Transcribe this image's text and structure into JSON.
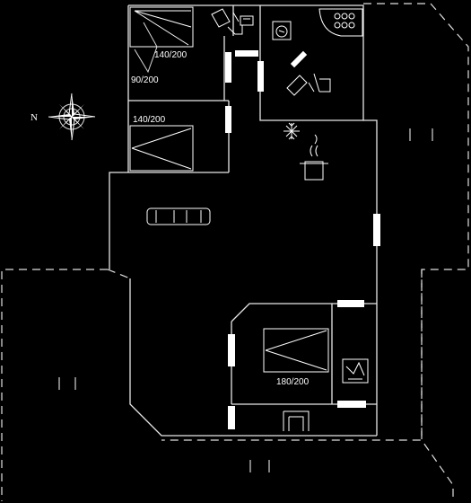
{
  "floorplan": {
    "compass_label": "N",
    "bed_labels": {
      "top_double": "140/200",
      "top_single": "90/200",
      "middle_double": "140/200",
      "bottom_double": "180/200"
    },
    "colors": {
      "background": "#000000",
      "lines": "#ffffff"
    },
    "icons": [
      "compass-rose-icon",
      "freezer-snowflake-icon",
      "cooking-pot-icon",
      "sofa-icon",
      "washing-machine-icon",
      "stove-hob-icon",
      "bathtub-icon",
      "shower-icon",
      "toilet-icon",
      "sink-icon",
      "fireplace-icon",
      "outdoor-furniture-icon"
    ]
  }
}
